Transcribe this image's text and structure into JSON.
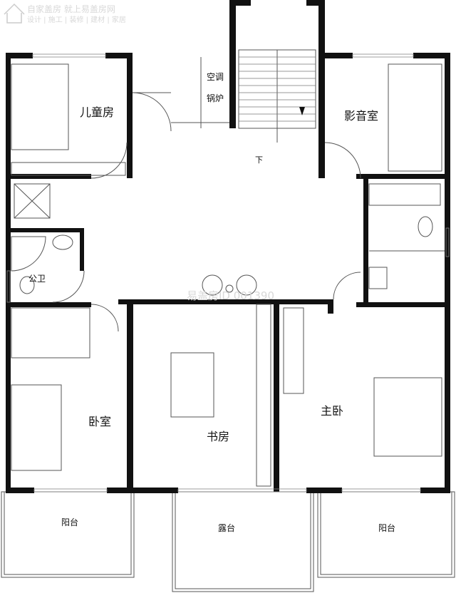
{
  "watermark": {
    "line1": "自家盖房 就上易盖房网",
    "line2": "设计 | 施工 | 装修 | 建材 | 家居",
    "center": "易盖房ID 001390"
  },
  "rooms": {
    "children_room": "儿童房",
    "ac": "空调",
    "boiler": "锅炉",
    "stairs_down": "下",
    "theater": "影音室",
    "public_wc": "公卫",
    "bedroom": "卧室",
    "study": "书房",
    "master_bedroom": "主卧",
    "balcony_left": "阳台",
    "terrace": "露台",
    "balcony_right": "阳台"
  },
  "colors": {
    "wall": "#111111",
    "fixture": "#555555",
    "watermark": "#d8d8d8"
  }
}
